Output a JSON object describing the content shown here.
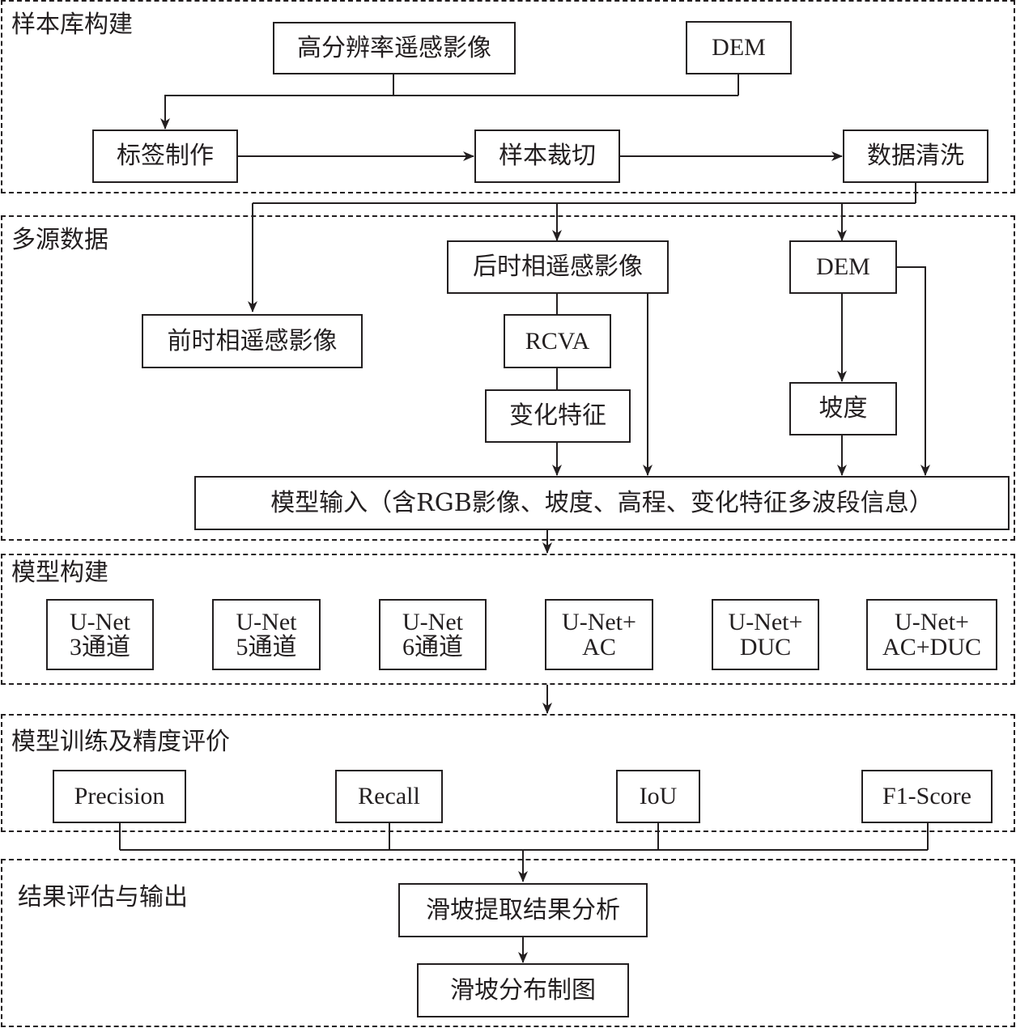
{
  "sections": {
    "sample_lib": {
      "title": "样本库构建"
    },
    "multi_source": {
      "title": "多源数据"
    },
    "model_build": {
      "title": "模型构建"
    },
    "train_eval": {
      "title": "模型训练及精度评价"
    },
    "result": {
      "title": "结果评估与输出"
    }
  },
  "nodes": {
    "hr_image": "高分辨率遥感影像",
    "dem_top": "DEM",
    "label_make": "标签制作",
    "sample_crop": "样本裁切",
    "data_clean": "数据清洗",
    "post_image": "后时相遥感影像",
    "dem_mid": "DEM",
    "pre_image": "前时相遥感影像",
    "rcva": "RCVA",
    "change_feature": "变化特征",
    "slope": "坡度",
    "model_input": "模型输入（含RGB影像、坡度、高程、变化特征多波段信息）",
    "result_analysis": "滑坡提取结果分析",
    "distribution_map": "滑坡分布制图"
  },
  "models": [
    {
      "line1": "U-Net",
      "line2": "3通道"
    },
    {
      "line1": "U-Net",
      "line2": "5通道"
    },
    {
      "line1": "U-Net",
      "line2": "6通道"
    },
    {
      "line1": "U-Net+",
      "line2": "AC"
    },
    {
      "line1": "U-Net+",
      "line2": "DUC"
    },
    {
      "line1": "U-Net+",
      "line2": "AC+DUC"
    }
  ],
  "metrics": [
    "Precision",
    "Recall",
    "IoU",
    "F1-Score"
  ]
}
